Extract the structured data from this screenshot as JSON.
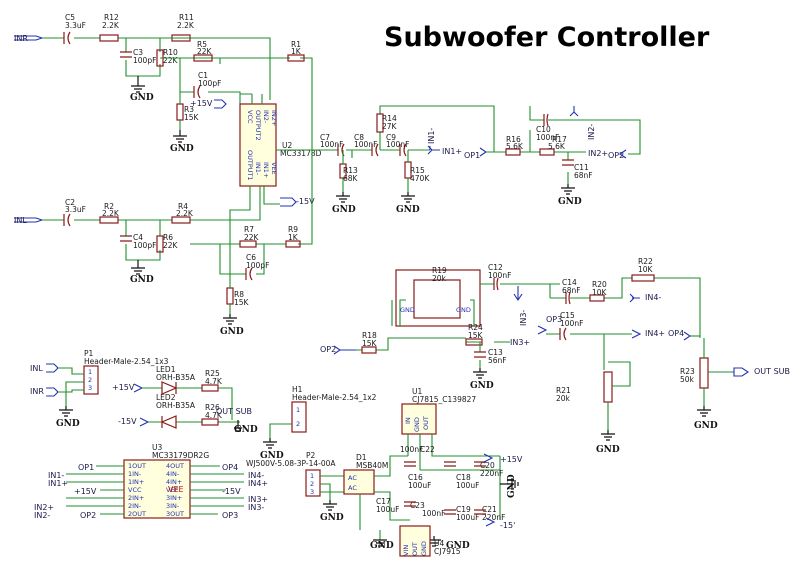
{
  "title": "Subwoofer Controller",
  "nets": {
    "inr": "INR",
    "inl": "INL",
    "in1p": "IN1+",
    "in1m": "IN1-",
    "in2p": "IN2+",
    "in2m": "IN2-",
    "in3m": "IN3-",
    "in3p": "IN3+",
    "in4m": "IN4-",
    "in4p": "IN4+",
    "op1": "OP1",
    "op2": "OP2",
    "op3": "OP3",
    "op4": "OP4",
    "p15": "+15V",
    "m15": "-15V",
    "m15b": "-15'",
    "vcc": "VCC",
    "vee": "VEE",
    "out_sub": "OUT SUB",
    "gnd": "GND"
  },
  "parts": {
    "c5": [
      "C5",
      "3.3uF"
    ],
    "r12": [
      "R12",
      "2.2K"
    ],
    "r11": [
      "R11",
      "2.2K"
    ],
    "c3": [
      "C3",
      "100pF"
    ],
    "r10": [
      "R10",
      "22K"
    ],
    "r5": [
      "R5",
      "22K"
    ],
    "r1": [
      "R1",
      "1K"
    ],
    "c1": [
      "C1",
      "100pF"
    ],
    "r3": [
      "R3",
      "15K"
    ],
    "u2": [
      "U2",
      "MC33178D"
    ],
    "c2": [
      "C2",
      "3.3uF"
    ],
    "r2": [
      "R2",
      "2.2K"
    ],
    "r4": [
      "R4",
      "2.2K"
    ],
    "c4": [
      "C4",
      "100pF"
    ],
    "r6": [
      "R6",
      "22K"
    ],
    "r7": [
      "R7",
      "22K"
    ],
    "r9": [
      "R9",
      "1K"
    ],
    "c6": [
      "C6",
      "100pF"
    ],
    "r8": [
      "R8",
      "15K"
    ],
    "c7": [
      "C7",
      "100nF"
    ],
    "c8": [
      "C8",
      "100nF"
    ],
    "c9": [
      "C9",
      "100nF"
    ],
    "r14": [
      "R14",
      "27K"
    ],
    "r13": [
      "R13",
      "68K"
    ],
    "r15": [
      "R15",
      "470K"
    ],
    "r16": [
      "R16",
      "5.6K"
    ],
    "c10": [
      "C10",
      "100nF"
    ],
    "r17": [
      "R17",
      "5.6K"
    ],
    "c11": [
      "C11",
      "68nF"
    ],
    "r19": [
      "R19",
      "20k"
    ],
    "c12": [
      "C12",
      "100nF"
    ],
    "c14": [
      "C14",
      "68nF"
    ],
    "r20": [
      "R20",
      "10K"
    ],
    "r22": [
      "R22",
      "10K"
    ],
    "c15": [
      "C15",
      "100nF"
    ],
    "r18": [
      "R18",
      "15K"
    ],
    "r24": [
      "R24",
      "15K"
    ],
    "c13": [
      "C13",
      "56nF"
    ],
    "r21": [
      "R21",
      "20k"
    ],
    "r23": [
      "R23",
      "50k"
    ],
    "p1": [
      "P1",
      "Header-Male-2.54_1x3"
    ],
    "led1": [
      "LED1",
      "ORH-B35A"
    ],
    "led2": [
      "LED2",
      "ORH-B35A"
    ],
    "r25": [
      "R25",
      "4.7K"
    ],
    "r26": [
      "R26",
      "4.7K"
    ],
    "h1": [
      "H1",
      "Header-Male-2.54_1x2"
    ],
    "u1": [
      "U1",
      "CJ7815_C139827"
    ],
    "u3": [
      "U3",
      "MC33179DR2G"
    ],
    "p2": [
      "P2",
      "WJ500V-5.08-3P-14-00A"
    ],
    "d1": [
      "D1",
      "MSB40M"
    ],
    "c22": [
      "C22",
      "100nF"
    ],
    "c20": [
      "C20",
      "220nF"
    ],
    "c16": [
      "C16",
      "100uF"
    ],
    "c18": [
      "C18",
      "100uF"
    ],
    "c17": [
      "C17",
      "100uF"
    ],
    "c23": [
      "C23",
      "100nF"
    ],
    "c19": [
      "C19",
      "100uF"
    ],
    "c21": [
      "C21",
      "220nF"
    ],
    "u4": [
      "U4",
      "CJ7915"
    ]
  },
  "u2_pins": [
    "VCC",
    "OUTPUT2",
    "IN2-",
    "IN2+",
    "OUTPUT1",
    "IN1-",
    "IN1+",
    "VEE"
  ],
  "u3_pins_left": [
    "1OUT",
    "1IN-",
    "1IN+",
    "VCC",
    "2IN+",
    "2IN-",
    "2OUT"
  ],
  "u3_pins_right": [
    "4OUT",
    "4IN-",
    "4IN+",
    "VEE",
    "3IN+",
    "3IN-",
    "3OUT"
  ],
  "u1_pins": [
    "IN",
    "GND",
    "OUT"
  ],
  "u4_pins": [
    "VIN",
    "OUT",
    "GND"
  ],
  "p1_pins": [
    "1",
    "2",
    "3"
  ],
  "h1_pins": [
    "1",
    "2"
  ],
  "p2_pins": [
    "1",
    "2",
    "3"
  ],
  "d1_pins": [
    "AC",
    "AC"
  ],
  "colors": {
    "wire": "#1f8f2c",
    "part": "#8b1a1a",
    "netflag": "#2431b0",
    "chip_fill": "#ffffdd"
  }
}
